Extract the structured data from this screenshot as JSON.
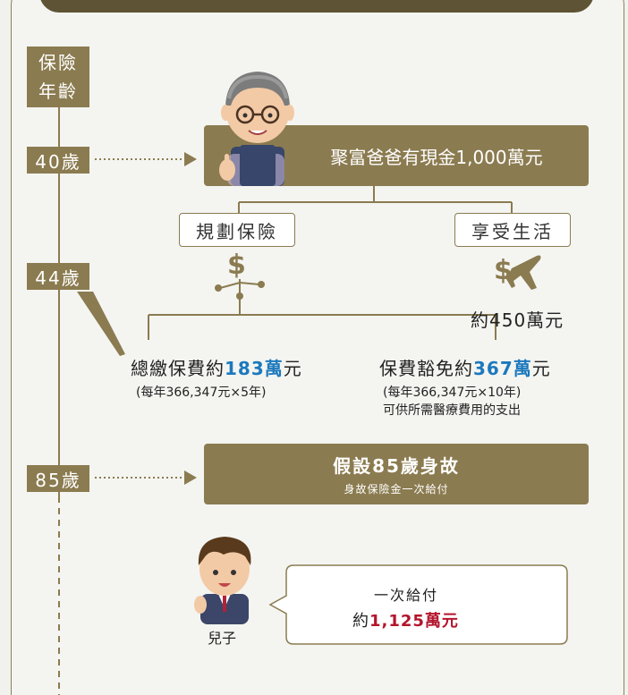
{
  "axis": {
    "title": [
      "保險",
      "年齡"
    ]
  },
  "ages": {
    "a40": "40歲",
    "a44": "44歲",
    "a85": "85歲"
  },
  "father": {
    "statement": "聚富爸爸有現金1,000萬元"
  },
  "branches": {
    "insurance": "規劃保險",
    "life": "享受生活",
    "life_amount": "約450萬元"
  },
  "premium": {
    "prefix": "總繳保費約",
    "amount": "183萬",
    "suffix": "元",
    "note": "(每年366,347元×5年)"
  },
  "waiver": {
    "prefix": "保費豁免約",
    "amount": "367萬",
    "suffix": "元",
    "note1": "(每年366,347元×10年)",
    "note2": "可供所需醫療費用的支出"
  },
  "death": {
    "title": "假設85歲身故",
    "subtitle": "身故保險金一次給付"
  },
  "son": {
    "label": "兒子"
  },
  "payout": {
    "line1": "一次給付",
    "prefix": "約",
    "amount": "1,125萬元"
  },
  "colors": {
    "gold": "#8b7b50",
    "dark": "#5e5334",
    "blue": "#1c79bd",
    "red": "#b3152c"
  }
}
